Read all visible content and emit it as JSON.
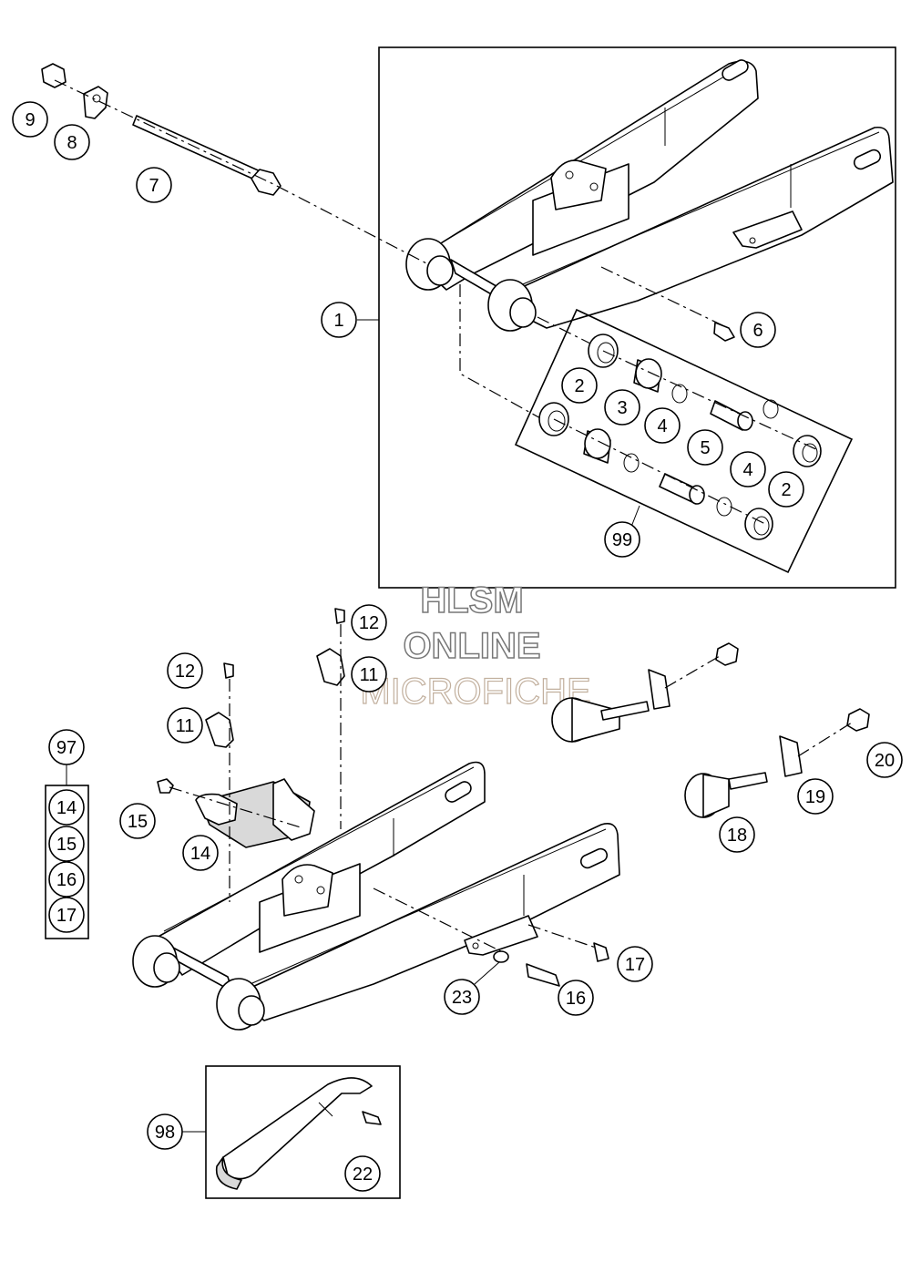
{
  "watermark": {
    "line1": "HLSM",
    "line2": "ONLINE",
    "line3": "MICROFICHE"
  },
  "callouts": {
    "c1": "1",
    "c2a": "2",
    "c2b": "2",
    "c3": "3",
    "c4a": "4",
    "c4b": "4",
    "c5": "5",
    "c6": "6",
    "c7": "7",
    "c8": "8",
    "c9": "9",
    "c99": "99",
    "c12a": "12",
    "c12b": "12",
    "c11a": "11",
    "c11b": "11",
    "c97": "97",
    "c14a": "14",
    "c15a": "15",
    "c16a": "16",
    "c17a": "17",
    "c15b": "15",
    "c14b": "14",
    "c18": "18",
    "c19": "19",
    "c20": "20",
    "c17b": "17",
    "c16b": "16",
    "c23": "23",
    "c98": "98",
    "c22": "22"
  }
}
